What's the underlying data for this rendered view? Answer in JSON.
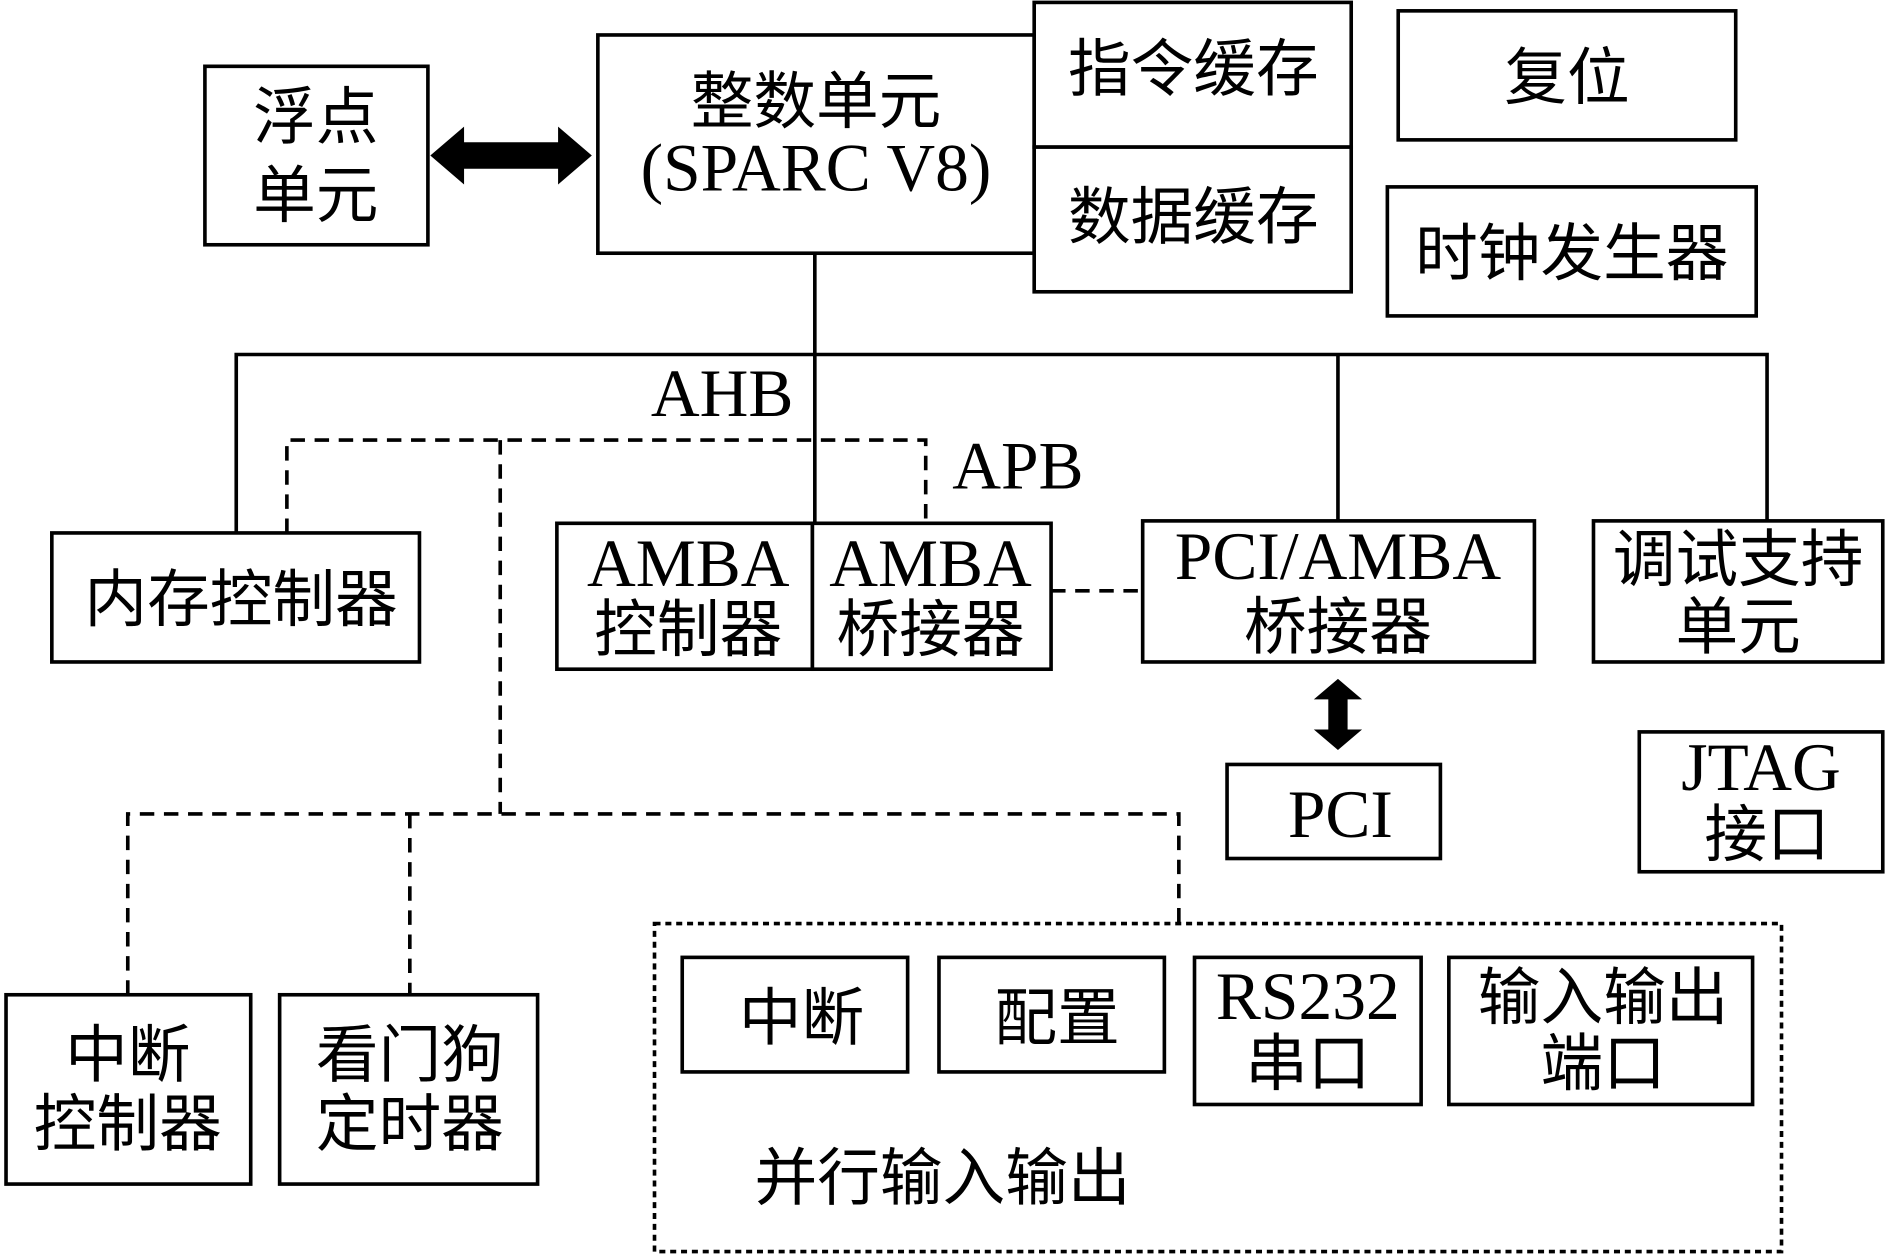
{
  "diagram": {
    "fpu": {
      "line1": "浮点",
      "line2": "单元"
    },
    "iu": {
      "line1": "整数单元",
      "line2": "(SPARC V8)"
    },
    "icache": "指令缓存",
    "dcache": "数据缓存",
    "reset": "复位",
    "clock": "时钟发生器",
    "ahb_label": "AHB",
    "apb_label": "APB",
    "memctrl": "内存控制器",
    "amba_ctrl": {
      "line1": "AMBA",
      "line2": "控制器"
    },
    "amba_bridge": {
      "line1": "AMBA",
      "line2": "桥接器"
    },
    "pci_bridge": {
      "line1": "PCI/AMBA",
      "line2": "桥接器"
    },
    "debug": {
      "line1": "调试支持",
      "line2": "单元"
    },
    "pci": "PCI",
    "jtag": {
      "line1": "JTAG",
      "line2": "接口"
    },
    "irqctrl": {
      "line1": "中断",
      "line2": "控制器"
    },
    "watchdog": {
      "line1": "看门狗",
      "line2": "定时器"
    },
    "pio_group": {
      "label": "并行输入输出",
      "interrupt": "中断",
      "config": "配置",
      "rs232": {
        "line1": "RS232",
        "line2": "串口"
      },
      "io_port": {
        "line1": "输入输出",
        "line2": "端口"
      }
    }
  }
}
